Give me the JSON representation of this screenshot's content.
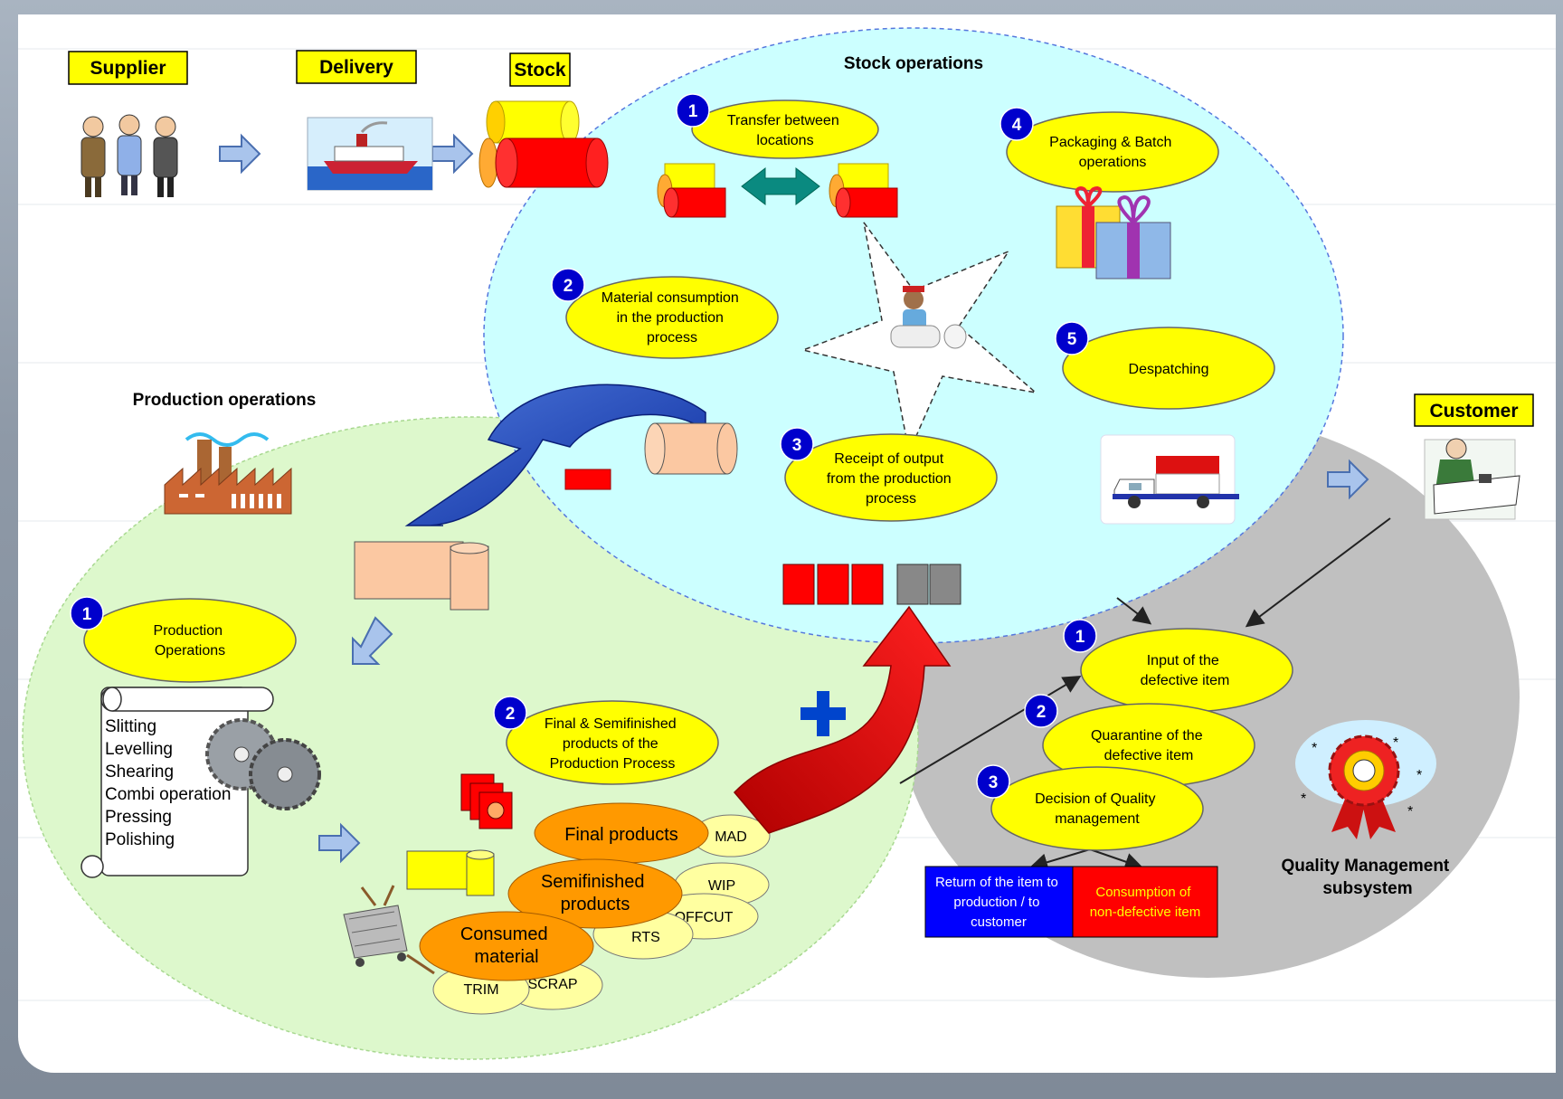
{
  "header_labels": {
    "supplier": "Supplier",
    "delivery": "Delivery",
    "stock": "Stock",
    "customer": "Customer"
  },
  "stock_operations": {
    "title": "Stock operations",
    "items": [
      {
        "num": "1",
        "text": [
          "Transfer between",
          "locations"
        ]
      },
      {
        "num": "2",
        "text": [
          "Material consumption",
          "in the production",
          "process"
        ]
      },
      {
        "num": "3",
        "text": [
          "Receipt of output",
          "from the production",
          "process"
        ]
      },
      {
        "num": "4",
        "text": [
          "Packaging & Batch",
          "operations"
        ]
      },
      {
        "num": "5",
        "text": [
          "Despatching"
        ]
      }
    ]
  },
  "production_operations": {
    "title": "Production operations",
    "item1": {
      "num": "1",
      "text": [
        "Production",
        "Operations"
      ]
    },
    "item2": {
      "num": "2",
      "text": [
        "Final & Semifinished",
        "products of the",
        "Production Process"
      ]
    },
    "process_list": [
      "Slitting",
      "Levelling",
      "Shearing",
      "Combi operation",
      "Pressing",
      "Polishing"
    ],
    "outputs": {
      "final": [
        "Final products"
      ],
      "semi": [
        "Semifinished",
        "products"
      ],
      "consumed": [
        "Consumed",
        "material"
      ],
      "tags": [
        "MAD",
        "WIP",
        "OFFCUT",
        "RTS",
        "SCRAP",
        "TRIM"
      ]
    }
  },
  "quality_management": {
    "title": [
      "Quality Management",
      "subsystem"
    ],
    "items": [
      {
        "num": "1",
        "text": [
          "Input of the",
          "defective item"
        ]
      },
      {
        "num": "2",
        "text": [
          "Quarantine of the",
          "defective item"
        ]
      },
      {
        "num": "3",
        "text": [
          "Decision of Quality",
          "management"
        ]
      }
    ],
    "return_box": [
      "Return of the item to",
      "production / to",
      "customer"
    ],
    "consumption_box": [
      "Consumption of",
      "non-defective item"
    ]
  },
  "colors": {
    "stock_area": "#ccffff",
    "production_area": "#ddf8cc",
    "quality_area": "#c0c0c0",
    "bubble": "#ffff00",
    "badge": "#0000cc",
    "orange": "#ff9900",
    "tag": "#ffffa0",
    "return_box": "#0000ff",
    "consumption_box": "#ff0000"
  }
}
